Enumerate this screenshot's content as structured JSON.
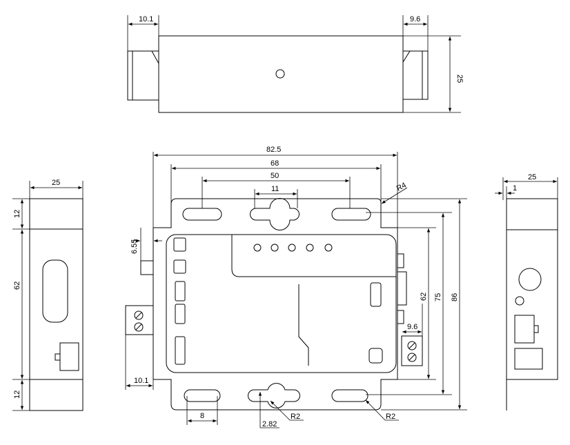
{
  "dimensions": {
    "top_left_tab": "10.1",
    "top_right_tab": "9.6",
    "top_height": "25",
    "overall_width": "82.5",
    "hole_span_outer": "68",
    "hole_span_inner": "50",
    "keyhole_width": "11",
    "corner_radius_top": "R4",
    "front_width": "25",
    "front_top": "12",
    "front_mid": "62",
    "front_bottom": "12",
    "side_left_offset": "6.55",
    "bottom_left_tab": "10.1",
    "slot_length": "8",
    "keyhole_offset": "2.82",
    "radius_keyhole": "R2",
    "radius_slot": "R2",
    "right_tab": "9.6",
    "height_62": "62",
    "height_75": "75",
    "height_86": "86",
    "right_width": "25",
    "right_flange": "1"
  }
}
